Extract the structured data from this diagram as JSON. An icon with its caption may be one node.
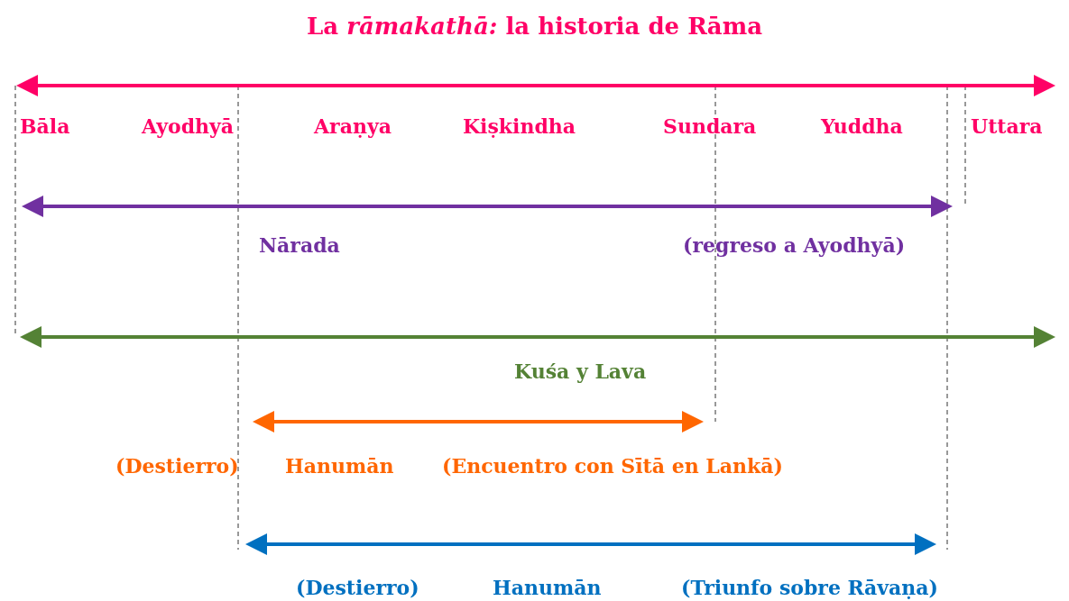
{
  "diagram": {
    "title": "La *rāmakathā:* la historia de Rāma",
    "labels": [
      "Bāla",
      "Ayodhyā",
      "Araṇya",
      "Kiṣkindha",
      "Sundara",
      "Yuddha",
      "Uttara",
      "Nārada",
      "(regreso a Ayodhyā)",
      "Kuśa y Lava",
      "(Destierro)",
      "Hanumān",
      "(Encuentro con Sītā en Lankā)",
      "(Destierro)",
      "Hanumān",
      "(Triunfo sobre Rāvaṇa)"
    ]
  }
}
